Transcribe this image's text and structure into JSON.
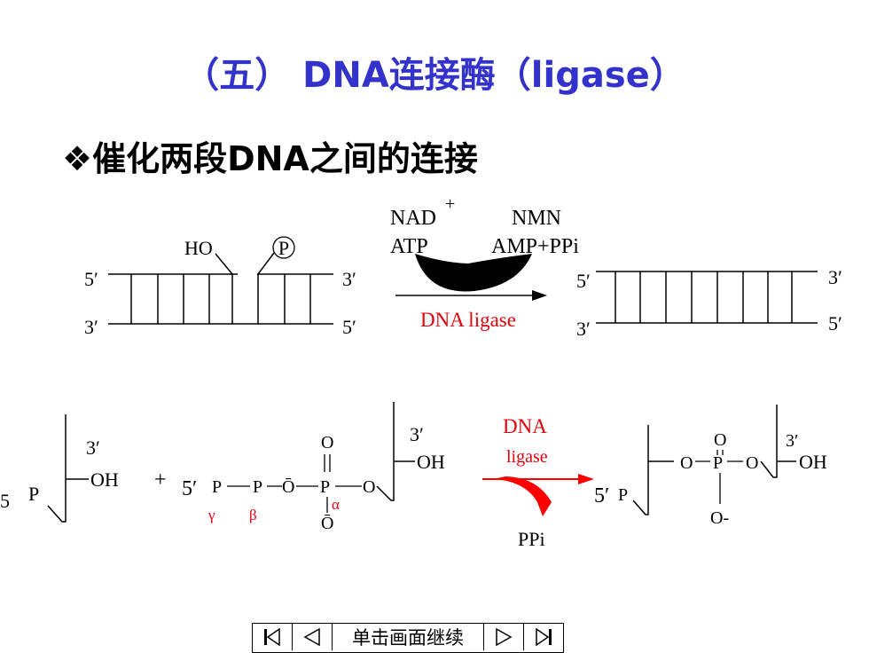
{
  "title": "（五） DNA连接酶（ligase）",
  "bullet": "❖催化两段DNA之间的连接",
  "colors": {
    "title": "#3333cc",
    "enzyme": "#e0000b",
    "arrow": "#000000"
  },
  "upper_reaction": {
    "labels": {
      "ho": "HO",
      "p": "P",
      "five_prime": "5′",
      "three_prime": "3′",
      "nad": "NAD",
      "nad_sup": "+",
      "nmn": "NMN",
      "atp": "ATP",
      "amp": "AMP+PPi",
      "enzyme": "DNA ligase"
    }
  },
  "lower_reaction": {
    "labels": {
      "five": "5",
      "p": "P",
      "three_prime": "3′",
      "oh": "OH",
      "plus": "+",
      "five_prime": "5′",
      "gamma": "γ",
      "beta": "β",
      "alpha": "α",
      "o": "O",
      "o_minus": "O-",
      "o_bar": "Ō",
      "enzyme_line1": "DNA",
      "enzyme_line2": "ligase",
      "ppi": "PPi"
    }
  },
  "nav": {
    "first": "first-icon",
    "prev": "prev-icon",
    "label": "单击画面继续",
    "next": "next-icon",
    "last": "last-icon"
  }
}
